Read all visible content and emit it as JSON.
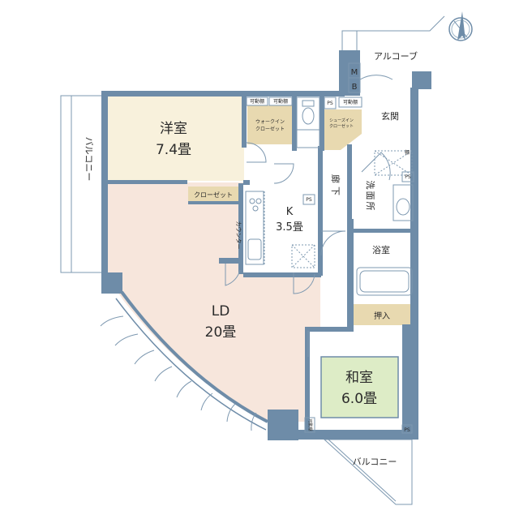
{
  "rooms": {
    "western": {
      "name": "洋室",
      "size": "7.4畳"
    },
    "ld": {
      "name": "LD",
      "size": "20畳"
    },
    "kitchen": {
      "name": "K",
      "size": "3.5畳"
    },
    "japanese": {
      "name": "和室",
      "size": "6.0畳"
    }
  },
  "labels": {
    "balcony_left": "バルコニー",
    "balcony_bottom": "バルコニー",
    "alcove": "アルコーブ",
    "entrance": "玄関",
    "corridor": "廊下",
    "washroom": "洗面所",
    "bathroom": "浴室",
    "closet": "クローゼット",
    "walkin_1": "ウォークイン",
    "walkin_2": "クローゼット",
    "shoe_1": "シューズイン",
    "shoe_2": "クローゼット",
    "movable_shelf_1": "可動棚",
    "movable_shelf_2": "可動棚",
    "movable_shelf_3": "可動棚",
    "movable_shelf_4": "可動棚",
    "counter": "カウンター",
    "oshiire": "押入",
    "ps_1": "PS",
    "ps_2": "PS",
    "ps_3": "PS",
    "ps_4": "PS",
    "mb_m": "M",
    "mb_b": "B",
    "shelf": "棚"
  },
  "colors": {
    "wall": "#6e8ca8",
    "western_floor": "#f8f1dc",
    "ld_floor": "#f7e6dc",
    "tatami": "#ddecc6",
    "storage": "#e8d9b0",
    "wet_area": "#ffffff"
  },
  "icons": {
    "compass": "north-arrow-icon"
  }
}
